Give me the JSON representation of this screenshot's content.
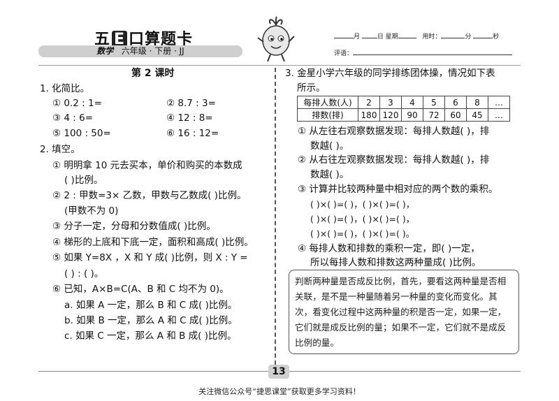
{
  "header": {
    "brand_prefix": "五",
    "brand_e": "E",
    "brand_suffix": "口算题卡",
    "subtitle_subject": "数学",
    "subtitle_rest": "六年级 · 下册 · JJ",
    "month_label": "月",
    "day_label": "日",
    "week_label": "星期",
    "time_label": "用时：",
    "minute_label": "分",
    "second_label": "秒",
    "comment_label": "评语："
  },
  "lesson_title": "第 2 课时",
  "q1": {
    "title": "1. 化简比。",
    "items": [
      "① 0.2 : 1=",
      "② 8.7 : 3=",
      "③ 4 : 6=",
      "④ 12 : 8=",
      "⑤ 100 : 50=",
      "⑥ 16 : 12="
    ]
  },
  "q2": {
    "title": "2. 填空。",
    "lines": [
      "① 明明拿 10 元去买本，单价和购买的本数成",
      "(      )比例。",
      "② 2 : 甲数=3× 乙数，甲数与乙数成(      )比例。",
      "(甲数不为 0)",
      "③ 分子一定，分母和分数值成(      )比例。",
      "④ 梯形的上底和下底一定，面积和高成(      )比例。",
      "⑤ 如果 Y=8X ，X 和 Y 成(      )比例，则 X : Y =",
      "(      ) : (      )。",
      "⑥ 已知，A×B=C(A、B 和 C 均不为 0)。",
      "a. 如果 A 一定，那么 B 和 C 成(      )比例。",
      "b. 如果 B 一定，那么 A 和 C 成(      )比例。",
      "c. 如果 C 一定，那么 A 和 B 成(      )比例。"
    ]
  },
  "q3": {
    "title_line1": "3. 金星小学六年级的同学排练团体操，情况如下表",
    "title_line2": "所示。",
    "table": {
      "row1_header": "每排人数(人)",
      "row1": [
        "2",
        "3",
        "4",
        "5",
        "6",
        "8",
        "…"
      ],
      "row2_header": "排数(排)",
      "row2": [
        "180",
        "120",
        "90",
        "72",
        "60",
        "45",
        "…"
      ]
    },
    "lines": [
      "① 从左往右观察数据发现：每排人数越(      )，排",
      "数越(      )。",
      "② 从右往左观察数据发现：每排人数越(      )，排",
      "数越(      )。",
      "③ 计算并比较两种量中相对应的两个数的乘积。",
      "(      )×(      )=(      )，(      )×(      )=(      )，",
      "(      )×(      )=(      )，(      )×(      )=(      )，",
      "(      )×(      )=(      )，(      )×(      )=(      )。",
      "④ 每排人数和排数的乘积一定，即(          )一定，",
      "所以每排人数和排数这两种量成(      )比例。"
    ]
  },
  "note": "判断两种量是否成反比例，首先，要看这两种量是否相关联，是不是一种量随着另一种量的变化而变化。其次，看变化过程中这两种量的积是否一定，如果一定，它们就是成反比例的量；如果不一定，它们就不是成反比例的量。",
  "page_number": "13",
  "footer": "关注微信公众号“捷思课堂”获取更多学习资料！"
}
